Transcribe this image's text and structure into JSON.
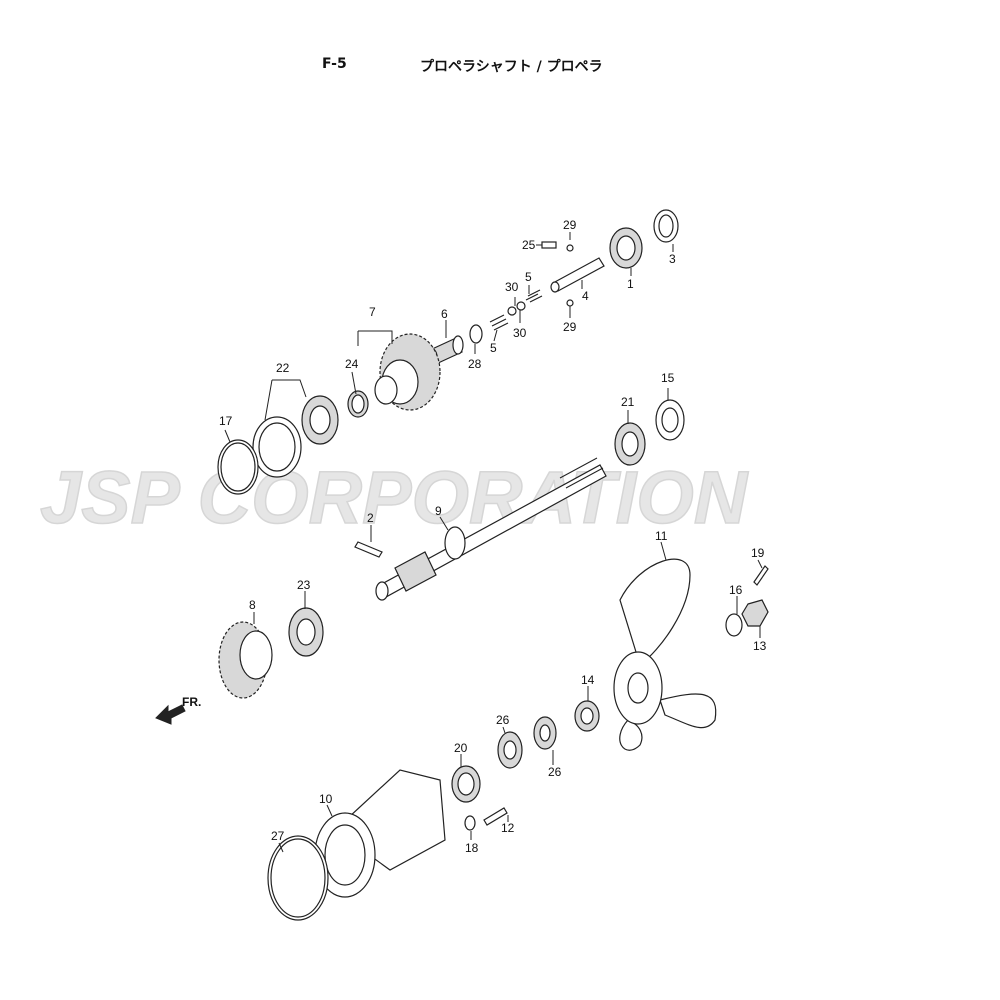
{
  "header": {
    "code": "F-5",
    "title": "プロペラシャフト / プロペラ"
  },
  "watermark": {
    "text": "JSP CORPORATION"
  },
  "direction_label": "FR.",
  "callouts": [
    "1",
    "2",
    "3",
    "4",
    "5",
    "5",
    "6",
    "7",
    "8",
    "9",
    "10",
    "11",
    "12",
    "13",
    "14",
    "15",
    "16",
    "17",
    "18",
    "19",
    "20",
    "21",
    "22",
    "23",
    "24",
    "25",
    "26",
    "26",
    "27",
    "28",
    "29",
    "29",
    "30",
    "30"
  ],
  "colors": {
    "line": "#222222",
    "watermark": "#e6e6e6"
  }
}
